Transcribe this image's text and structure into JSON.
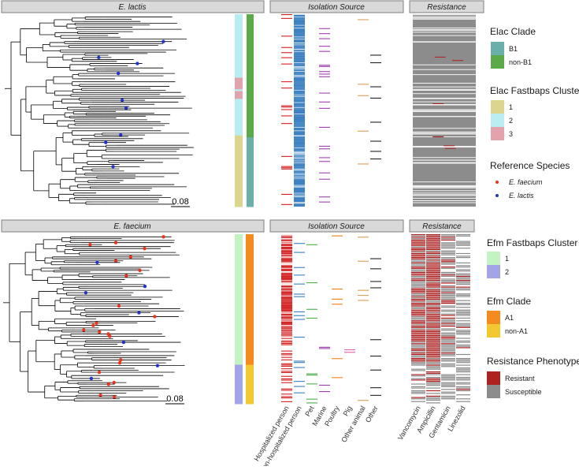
{
  "chart_data": [
    {
      "type": "tree-heatmap",
      "panel": "top",
      "strips": {
        "tree": "E. lactis",
        "source": "Isolation Source",
        "resistance": "Resistance"
      },
      "scale_bar": "0.08",
      "clade_legend": {
        "title": "Elac Clade",
        "entries": [
          {
            "label": "B1",
            "color": "#6aafaa"
          },
          {
            "label": "non-B1",
            "color": "#5aaa4a"
          }
        ]
      },
      "cluster_legend": {
        "title": "Elac Fastbaps Cluster",
        "entries": [
          {
            "label": "1",
            "color": "#dbd58f"
          },
          {
            "label": "2",
            "color": "#b9edf2"
          },
          {
            "label": "3",
            "color": "#e3a3ad"
          }
        ]
      },
      "reference_legend": {
        "title": "Reference Species",
        "entries": [
          {
            "label": "E. faecium",
            "color": "#e8341c"
          },
          {
            "label": "E. lactis",
            "color": "#2233cc"
          }
        ]
      },
      "cluster_bands": [
        {
          "cluster": "2",
          "from": 0.0,
          "to": 0.33
        },
        {
          "cluster": "3",
          "from": 0.33,
          "to": 0.39
        },
        {
          "cluster": "2",
          "from": 0.39,
          "to": 0.4
        },
        {
          "cluster": "3",
          "from": 0.4,
          "to": 0.44
        },
        {
          "cluster": "2",
          "from": 0.44,
          "to": 0.63
        },
        {
          "cluster": "1",
          "from": 0.63,
          "to": 1.0
        }
      ],
      "clade_bands": [
        {
          "clade": "non-B1",
          "from": 0.0,
          "to": 0.64
        },
        {
          "clade": "B1",
          "from": 0.64,
          "to": 1.0
        }
      ]
    },
    {
      "type": "tree-heatmap",
      "panel": "bottom",
      "strips": {
        "tree": "E. faecium",
        "source": "Isolation Source",
        "resistance": "Resistance"
      },
      "scale_bar": "0.08",
      "cluster_legend": {
        "title": "Efm Fastbaps Cluster",
        "entries": [
          {
            "label": "1",
            "color": "#c3f2c3"
          },
          {
            "label": "2",
            "color": "#a3a3e8"
          }
        ]
      },
      "clade_legend": {
        "title": "Efm Clade",
        "entries": [
          {
            "label": "A1",
            "color": "#f38b1f"
          },
          {
            "label": "non-A1",
            "color": "#f2c830"
          }
        ]
      },
      "phenotype_legend": {
        "title": "Resistance Phenotype",
        "entries": [
          {
            "label": "Resistant",
            "color": "#ad2121"
          },
          {
            "label": "Susceptible",
            "color": "#8c8c8c"
          }
        ]
      },
      "cluster_bands": [
        {
          "cluster": "1",
          "from": 0.0,
          "to": 0.77
        },
        {
          "cluster": "2",
          "from": 0.77,
          "to": 1.0
        }
      ],
      "clade_bands": [
        {
          "clade": "A1",
          "from": 0.0,
          "to": 0.77
        },
        {
          "clade": "non-A1",
          "from": 0.77,
          "to": 1.0
        }
      ]
    }
  ],
  "x_axis": {
    "source_categories": [
      "Hospitalized person",
      "Non-hospitalized person",
      "Pet",
      "Marine",
      "Poultry",
      "Pig",
      "Other animal",
      "Other"
    ],
    "source_colors": [
      "#d42020",
      "#3a7fc1",
      "#4cae4c",
      "#a040b0",
      "#f08010",
      "#e060b0",
      "#d9a05a",
      "#222222"
    ],
    "resistance_categories": [
      "Vancomycin",
      "Ampicillin",
      "Gentamicin",
      "Linezolid"
    ]
  }
}
